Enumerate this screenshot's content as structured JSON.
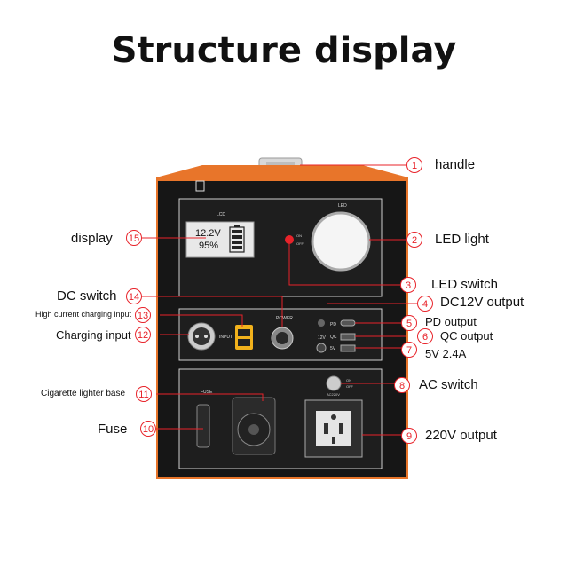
{
  "title": "Structure display",
  "subtitle": "",
  "device": {
    "lcd_label": "LCD",
    "lcd_voltage": "12.2V",
    "lcd_percent": "95%",
    "led_label": "LED",
    "on_label": "ON",
    "off_label": "OFF",
    "power_label": "POWER",
    "input_label": "INPUT",
    "pd_label": "PD",
    "qc_label": "QC",
    "v12_label": "12V",
    "v5_label": "5V",
    "fuse_label": "FUSE",
    "ac_label": "AC220V",
    "on2_label": "ON",
    "off2_label": "OFF"
  },
  "callouts": [
    {
      "num": "1",
      "text": "handle"
    },
    {
      "num": "2",
      "text": "LED light"
    },
    {
      "num": "3",
      "text": "LED switch"
    },
    {
      "num": "4",
      "text": "DC12V output"
    },
    {
      "num": "5",
      "text": "PD output"
    },
    {
      "num": "6",
      "text": "QC output"
    },
    {
      "num": "7",
      "text": "5V 2.4A"
    },
    {
      "num": "8",
      "text": "AC switch"
    },
    {
      "num": "9",
      "text": "220V output"
    },
    {
      "num": "10",
      "text": "Fuse"
    },
    {
      "num": "11",
      "text": "Cigarette lighter base"
    },
    {
      "num": "12",
      "text": "Charging input"
    },
    {
      "num": "13",
      "text": "High current charging input"
    },
    {
      "num": "14",
      "text": "DC switch"
    },
    {
      "num": "15",
      "text": "display"
    }
  ],
  "colors": {
    "accent": "#e8232a",
    "shell": "#e8752a",
    "panel": "#1e1e1e"
  }
}
